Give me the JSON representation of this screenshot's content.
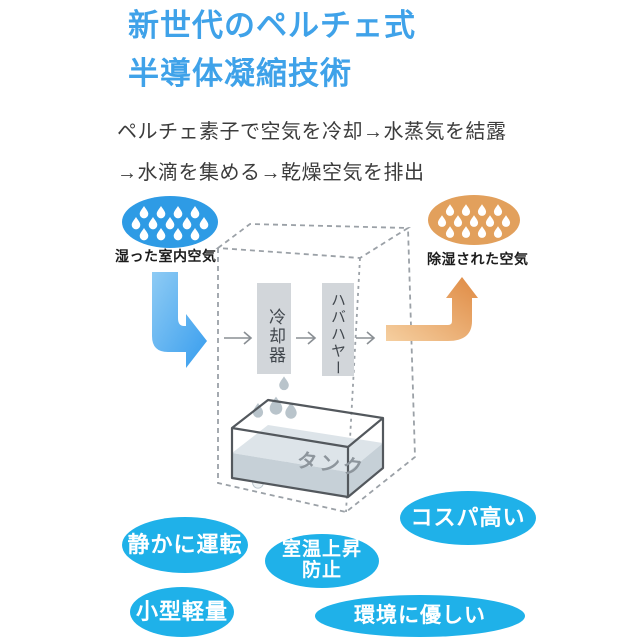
{
  "title": {
    "line1": "新世代のペルチェ式",
    "line2": "半導体凝縮技術"
  },
  "subtitle": {
    "line1": "ペルチェ素子で空気を冷却→水蒸気を結露",
    "line2": "→水滴を集める→乾燥空気を排出"
  },
  "diagram": {
    "input_cloud_label": "湿った室内空気",
    "output_cloud_label": "除湿された空気",
    "cooler_label": "冷却器",
    "fan_label": "ハバハヤー",
    "tank_label": "タンク",
    "icons": {
      "input_cloud": "humid-air-droplets-icon",
      "output_cloud": "dehumidified-air-droplets-icon",
      "flow_in": "blue-elbow-arrow-icon",
      "flow_out": "orange-elbow-arrow-icon"
    }
  },
  "badges": [
    {
      "label": "静かに運転"
    },
    {
      "label": "コスパ高い"
    },
    {
      "label": "室温上昇",
      "label2": "防止"
    },
    {
      "label": "小型軽量"
    },
    {
      "label": "環境に優しい"
    }
  ],
  "colors": {
    "title_blue": "#3fa2e9",
    "badge_blue": "#1fb1e9",
    "cloud_blue": "#2e9be5",
    "cloud_orange": "#e2a05c",
    "arrow_blue_light": "#8ecbf4",
    "arrow_blue": "#379dee",
    "arrow_orange_light": "#f5cfa0",
    "arrow_orange": "#df8a43",
    "component_box_gray": "#d2d6da",
    "dashed_line_gray": "#9ba1a7",
    "tank_outline": "#53585d",
    "water_fill": "#c6d0d7",
    "water_surface": "#dde4e9",
    "droplet_gray": "#b9c4cb"
  }
}
